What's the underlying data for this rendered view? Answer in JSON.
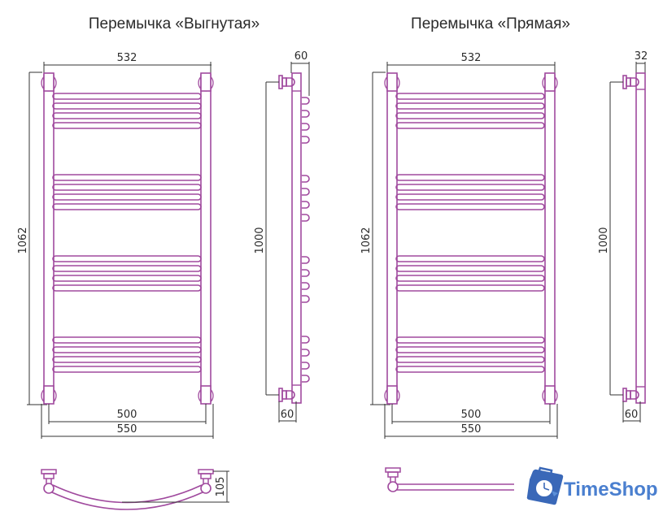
{
  "colors": {
    "pipe": "#a04a9e",
    "dimension_line": "#333333",
    "text": "#2b2b2b",
    "logo_blue": "#4a7fcf",
    "logo_dark_blue": "#3a68b8"
  },
  "variants": [
    {
      "title": "Перемычка «Выгнутая»",
      "front_view": {
        "top_width": "532",
        "height": "1062",
        "axis_width": "500",
        "overall_width": "550",
        "bar_groups": 4,
        "bars_per_group": 4
      },
      "side_view": {
        "top_depth": "60",
        "axis_height": "1000",
        "bottom_depth": "60"
      },
      "top_view": {
        "type": "curved",
        "depth": "105"
      }
    },
    {
      "title": "Перемычка «Прямая»",
      "front_view": {
        "top_width": "532",
        "height": "1062",
        "axis_width": "500",
        "overall_width": "550",
        "bar_groups": 4,
        "bars_per_group": 4
      },
      "side_view": {
        "top_depth": "32",
        "axis_height": "1000",
        "bottom_depth": "60"
      },
      "top_view": {
        "type": "straight"
      }
    }
  ],
  "logo": {
    "text": "TimeShop",
    "icon": "clock-bag-icon"
  }
}
